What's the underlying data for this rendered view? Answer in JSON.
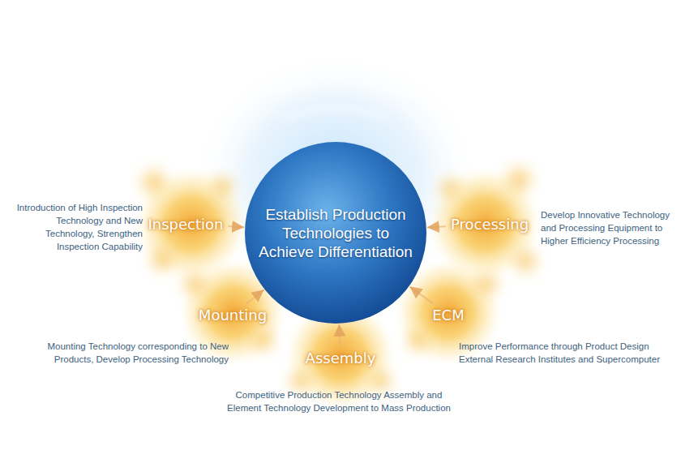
{
  "diagram": {
    "nodes": [
      {
        "text": [
          "Establish Production Technologies to Achieve Differentiation"
        ]
      },
      {
        "text": [
          "Inspection",
          "Introduction of High Inspection Technology and New Technology, Strengthen Inspection Capability"
        ]
      },
      {
        "text": [
          "Processing",
          "Develop Innovative Technology and Processing Equipment to Higher Efficiency Processing"
        ]
      },
      {
        "text": [
          "Mounting",
          "Mounting Technology corresponding to New Products, Develop Processing Technology"
        ]
      },
      {
        "text": [
          "ECM",
          "Improve Performance through Product Design External Research Institutes and Supercomputer"
        ]
      },
      {
        "text": [
          "Assembly",
          "Competitive Production Technology Assembly and Element Technology Development to Mass Production"
        ]
      }
    ],
    "edges": [
      {
        "from": 1,
        "to": 0,
        "arrow": "to"
      },
      {
        "from": 2,
        "to": 0,
        "arrow": "to"
      },
      {
        "from": 3,
        "to": 0,
        "arrow": "to"
      },
      {
        "from": 4,
        "to": 0,
        "arrow": "to"
      },
      {
        "from": 5,
        "to": 0,
        "arrow": "to"
      }
    ]
  }
}
